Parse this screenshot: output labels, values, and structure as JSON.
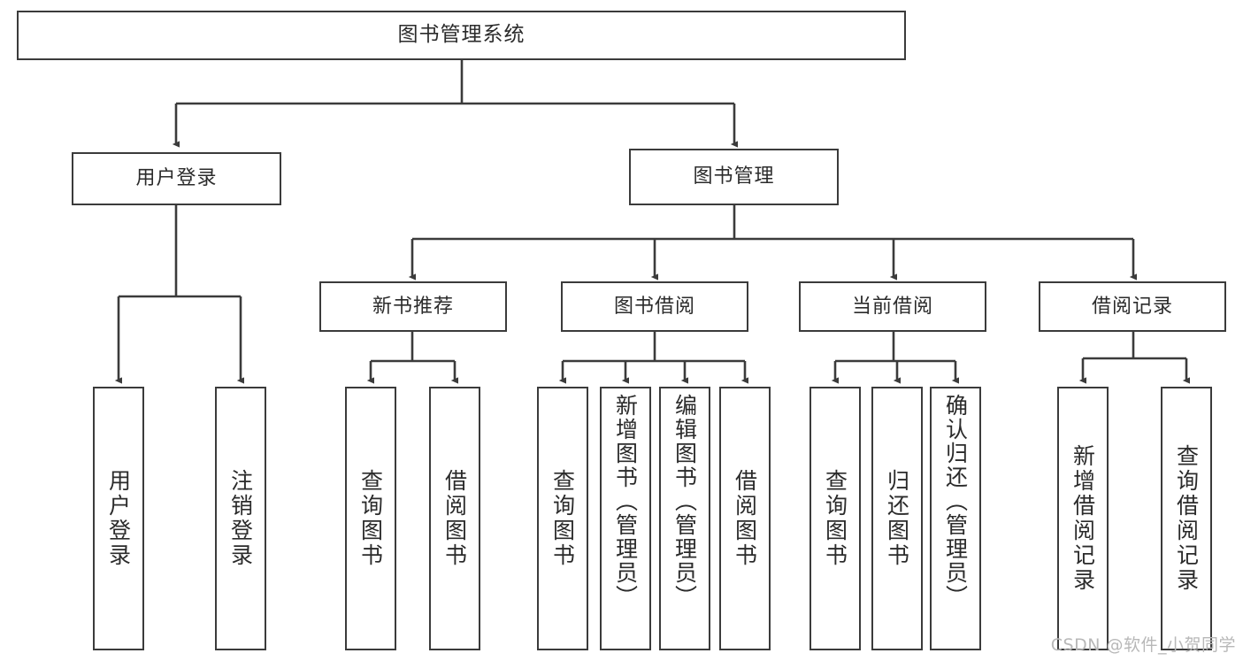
{
  "diagram": {
    "title": "图书管理系统",
    "type": "tree-hierarchy-chart",
    "orientation": "top-down",
    "colors": {
      "stroke": "#3b3b3b",
      "fill": "#ffffff",
      "text": "#2b2b2b",
      "watermark": "#b8b8b8"
    },
    "watermark": "CSDN @软件_小贺同学"
  },
  "nodes": {
    "root": {
      "label": "图书管理系统",
      "level": 0
    },
    "level1": [
      {
        "id": "user-login",
        "label": "用户登录"
      },
      {
        "id": "book-manage",
        "label": "图书管理"
      }
    ],
    "level2": [
      {
        "id": "new-book-recommend",
        "label": "新书推荐",
        "parent": "book-manage"
      },
      {
        "id": "book-borrow",
        "label": "图书借阅",
        "parent": "book-manage"
      },
      {
        "id": "current-borrow",
        "label": "当前借阅",
        "parent": "book-manage"
      },
      {
        "id": "borrow-record",
        "label": "借阅记录",
        "parent": "book-manage"
      }
    ],
    "leaves": [
      {
        "id": "leaf-user-login",
        "label": "用户登录",
        "parent": "user-login"
      },
      {
        "id": "leaf-user-logout",
        "label": "注销登录",
        "parent": "user-login"
      },
      {
        "id": "leaf-query-book-1",
        "label": "查询图书",
        "parent": "new-book-recommend"
      },
      {
        "id": "leaf-borrow-book-1",
        "label": "借阅图书",
        "parent": "new-book-recommend"
      },
      {
        "id": "leaf-query-book-2",
        "label": "查询图书",
        "parent": "book-borrow"
      },
      {
        "id": "leaf-add-book",
        "label": "新增图书（管理员）",
        "parent": "book-borrow"
      },
      {
        "id": "leaf-edit-book",
        "label": "编辑图书（管理员）",
        "parent": "book-borrow"
      },
      {
        "id": "leaf-borrow-book-2",
        "label": "借阅图书",
        "parent": "book-borrow"
      },
      {
        "id": "leaf-query-book-3",
        "label": "查询图书",
        "parent": "current-borrow"
      },
      {
        "id": "leaf-return-book",
        "label": "归还图书",
        "parent": "current-borrow"
      },
      {
        "id": "leaf-confirm-return",
        "label": "确认归还（管理员）",
        "parent": "current-borrow"
      },
      {
        "id": "leaf-add-record",
        "label": "新增借阅记录",
        "parent": "borrow-record"
      },
      {
        "id": "leaf-query-record",
        "label": "查询借阅记录",
        "parent": "borrow-record"
      }
    ]
  }
}
